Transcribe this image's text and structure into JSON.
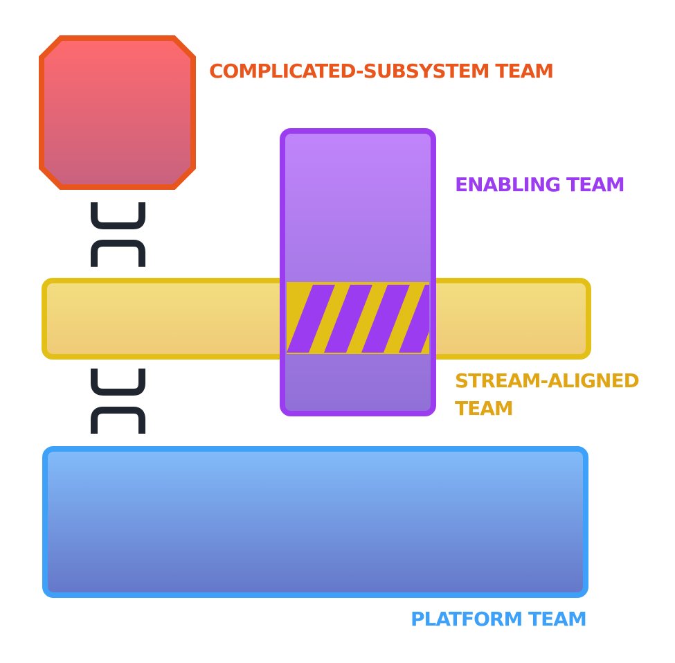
{
  "labels": {
    "complicated": "COMPLICATED-SUBSYSTEM TEAM",
    "enabling": "ENABLING TEAM",
    "stream_line1": "STREAM-ALIGNED",
    "stream_line2": "TEAM",
    "platform": "PLATFORM TEAM"
  },
  "colors": {
    "complicated_border": "#E8561E",
    "complicated_fill_top": "#FF6A6E",
    "complicated_fill_bottom": "#C8627F",
    "enabling_border": "#9B3CF0",
    "enabling_fill_top": "#C184FB",
    "enabling_fill_bottom": "#9070D6",
    "stream_border": "#E2C018",
    "stream_fill_top": "#F2DE80",
    "stream_fill_bottom": "#F0CA78",
    "stream_label": "#E0A515",
    "platform_border": "#3DA1FA",
    "platform_fill_top": "#82BCFA",
    "platform_fill_bottom": "#6576C8",
    "connector": "#1F2630"
  }
}
